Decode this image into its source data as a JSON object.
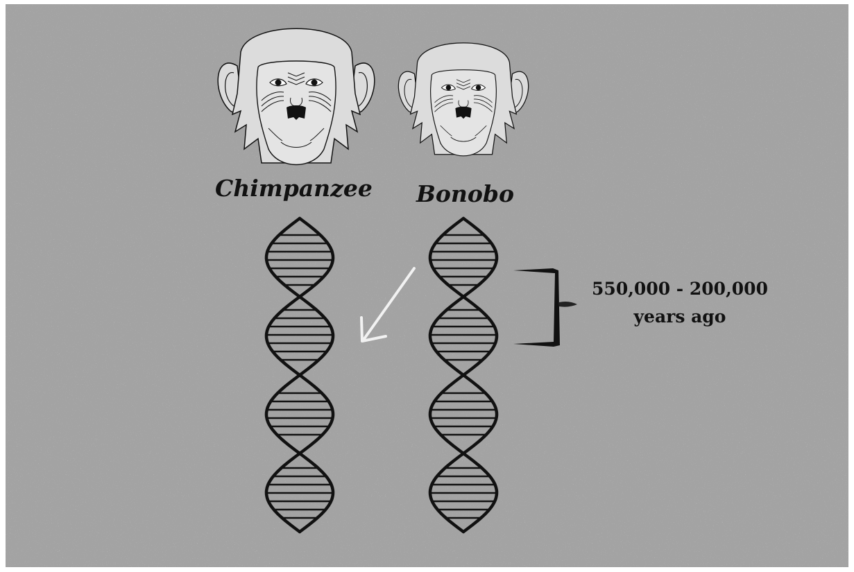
{
  "species": {
    "left": {
      "name": "Chimpanzee"
    },
    "right": {
      "name": "Bonobo"
    }
  },
  "divergence": {
    "line1": "550,000 - 200,000",
    "line2": "years ago"
  },
  "colors": {
    "background": "#a3a3a3",
    "face_fill": "#dcdcdc",
    "stroke": "#111111",
    "arrow": "#f2f2f2"
  }
}
